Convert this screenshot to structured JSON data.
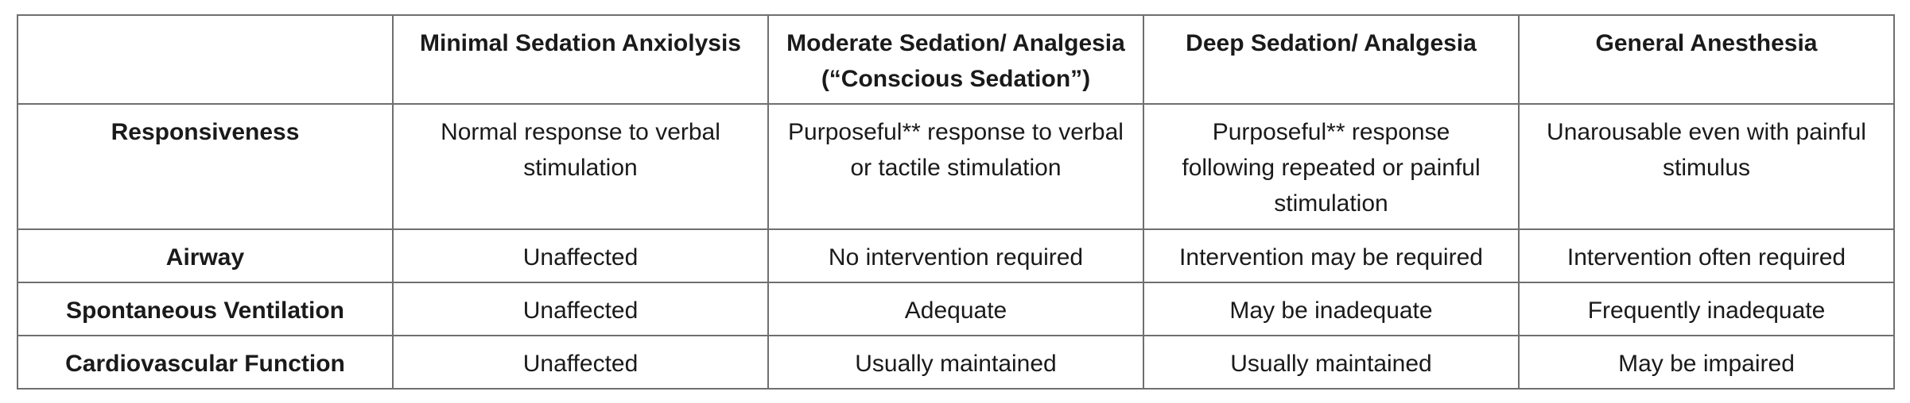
{
  "table": {
    "header": {
      "corner": "",
      "columns": [
        {
          "line1": "Minimal Sedation Anxiolysis",
          "line2": ""
        },
        {
          "line1": "Moderate Sedation/ Analgesia",
          "line2": "(“Conscious Sedation”)"
        },
        {
          "line1": "Deep Sedation/ Analgesia",
          "line2": ""
        },
        {
          "line1": "General Anesthesia",
          "line2": ""
        }
      ]
    },
    "rows": [
      {
        "label": "Responsiveness",
        "cells": [
          {
            "line1": "Normal response to verbal",
            "line2": "stimulation",
            "line3": ""
          },
          {
            "line1": "Purposeful** response to verbal",
            "line2": "or tactile stimulation",
            "line3": ""
          },
          {
            "line1": "Purposeful** response",
            "line2": "following repeated or painful",
            "line3": "stimulation"
          },
          {
            "line1": "Unarousable even with painful",
            "line2": "stimulus",
            "line3": ""
          }
        ]
      },
      {
        "label": "Airway",
        "cells": [
          {
            "line1": "Unaffected"
          },
          {
            "line1": "No intervention required"
          },
          {
            "line1": "Intervention may be required"
          },
          {
            "line1": "Intervention often required"
          }
        ]
      },
      {
        "label": "Spontaneous Ventilation",
        "cells": [
          {
            "line1": "Unaffected"
          },
          {
            "line1": "Adequate"
          },
          {
            "line1": "May be inadequate"
          },
          {
            "line1": "Frequently inadequate"
          }
        ]
      },
      {
        "label": "Cardiovascular Function",
        "cells": [
          {
            "line1": "Unaffected"
          },
          {
            "line1": "Usually maintained"
          },
          {
            "line1": "Usually maintained"
          },
          {
            "line1": "May be impaired"
          }
        ]
      }
    ]
  }
}
